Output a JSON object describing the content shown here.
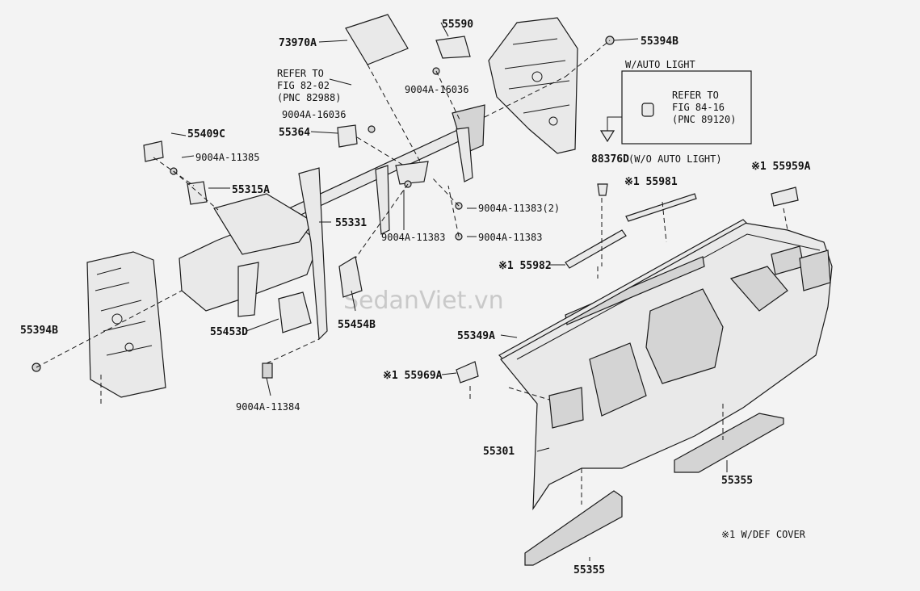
{
  "labels": {
    "p73970A": "73970A",
    "p55590": "55590",
    "p55394B_top": "55394B",
    "refer1_l1": "REFER TO",
    "refer1_l2": "FIG 82-02",
    "refer1_l3": "(PNC 82988)",
    "p9004A_16036_a": "9004A-16036",
    "p9004A_16036_b": "9004A-16036",
    "p55409C": "55409C",
    "p9004A_11385": "9004A-11385",
    "p55364": "55364",
    "p55315A": "55315A",
    "p55331": "55331",
    "p9004A_11383_2": "9004A-11383(2)",
    "p9004A_11383_a": "9004A-11383",
    "p9004A_11383_b": "9004A-11383",
    "wauto_title": "W/AUTO LIGHT",
    "refer2_l1": "REFER TO",
    "refer2_l2": "FIG 84-16",
    "refer2_l3": "(PNC 89120)",
    "p88376D": "88376D",
    "p88376D_note": "(W/O AUTO LIGHT)",
    "p55959A": "※1 55959A",
    "p55981": "※1 55981",
    "p55982": "※1 55982",
    "p55394B_left": "55394B",
    "p55453D": "55453D",
    "p55454B": "55454B",
    "p55349A": "55349A",
    "p55969A": "※1 55969A",
    "p9004A_11384": "9004A-11384",
    "p55301": "55301",
    "p55355_right": "55355",
    "p55355_bottom": "55355",
    "footnote": "※1 W/DEF COVER"
  },
  "watermark": "SedanViet.vn"
}
